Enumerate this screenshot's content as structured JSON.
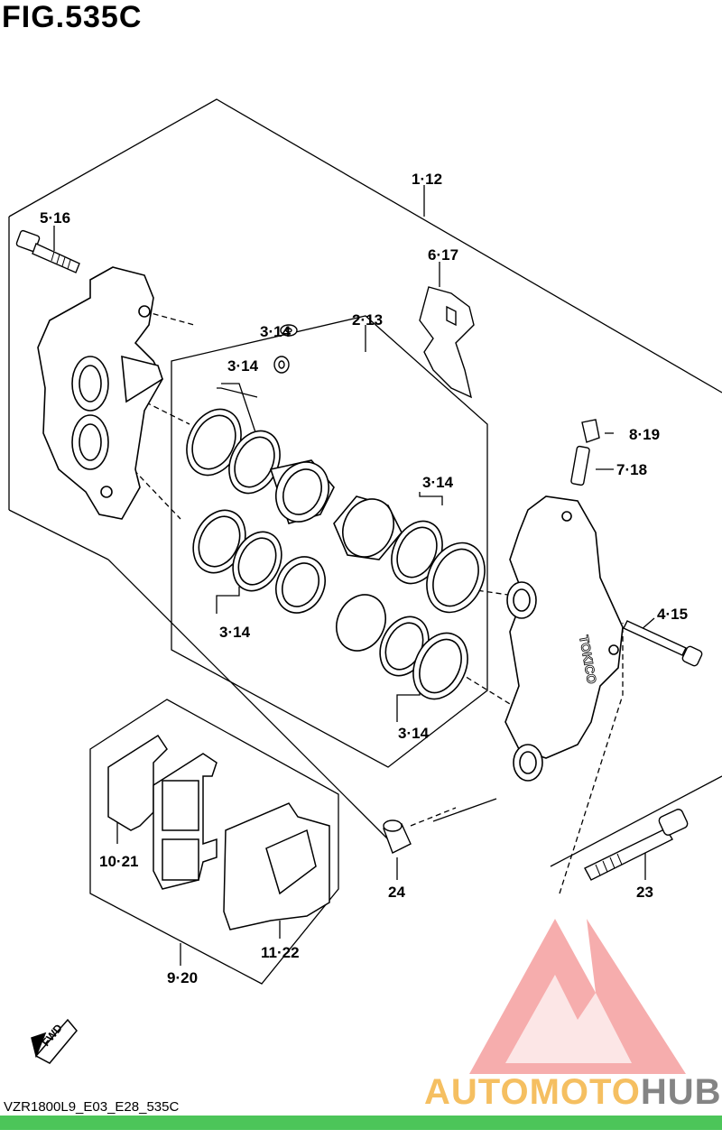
{
  "title": "FIG.535C",
  "footer_code": "VZR1800L9_E03_E28_535C",
  "watermark": {
    "logo_name": "automotohub-logo",
    "text_part1": "AUTOMOTO",
    "text_part2": "HUB",
    "color1": "#f3b03a",
    "color2": "#777777",
    "triangle_color": "#ef6b6b"
  },
  "callouts": {
    "c_1_12": "1·12",
    "c_5_16": "5·16",
    "c_6_17": "6·17",
    "c_2_13": "2·13",
    "c_3_14_a": "3·14",
    "c_3_14_b": "3·14",
    "c_3_14_c": "3·14",
    "c_3_14_d": "3·14",
    "c_3_14_e": "3·14",
    "c_8_19": "8·19",
    "c_7_18": "7·18",
    "c_4_15": "4·15",
    "c_10_21": "10·21",
    "c_11_22": "11·22",
    "c_9_20": "9·20",
    "c_24": "24",
    "c_23": "23"
  },
  "fwd_label": "FWD",
  "caliper_brand": "TOKICO"
}
